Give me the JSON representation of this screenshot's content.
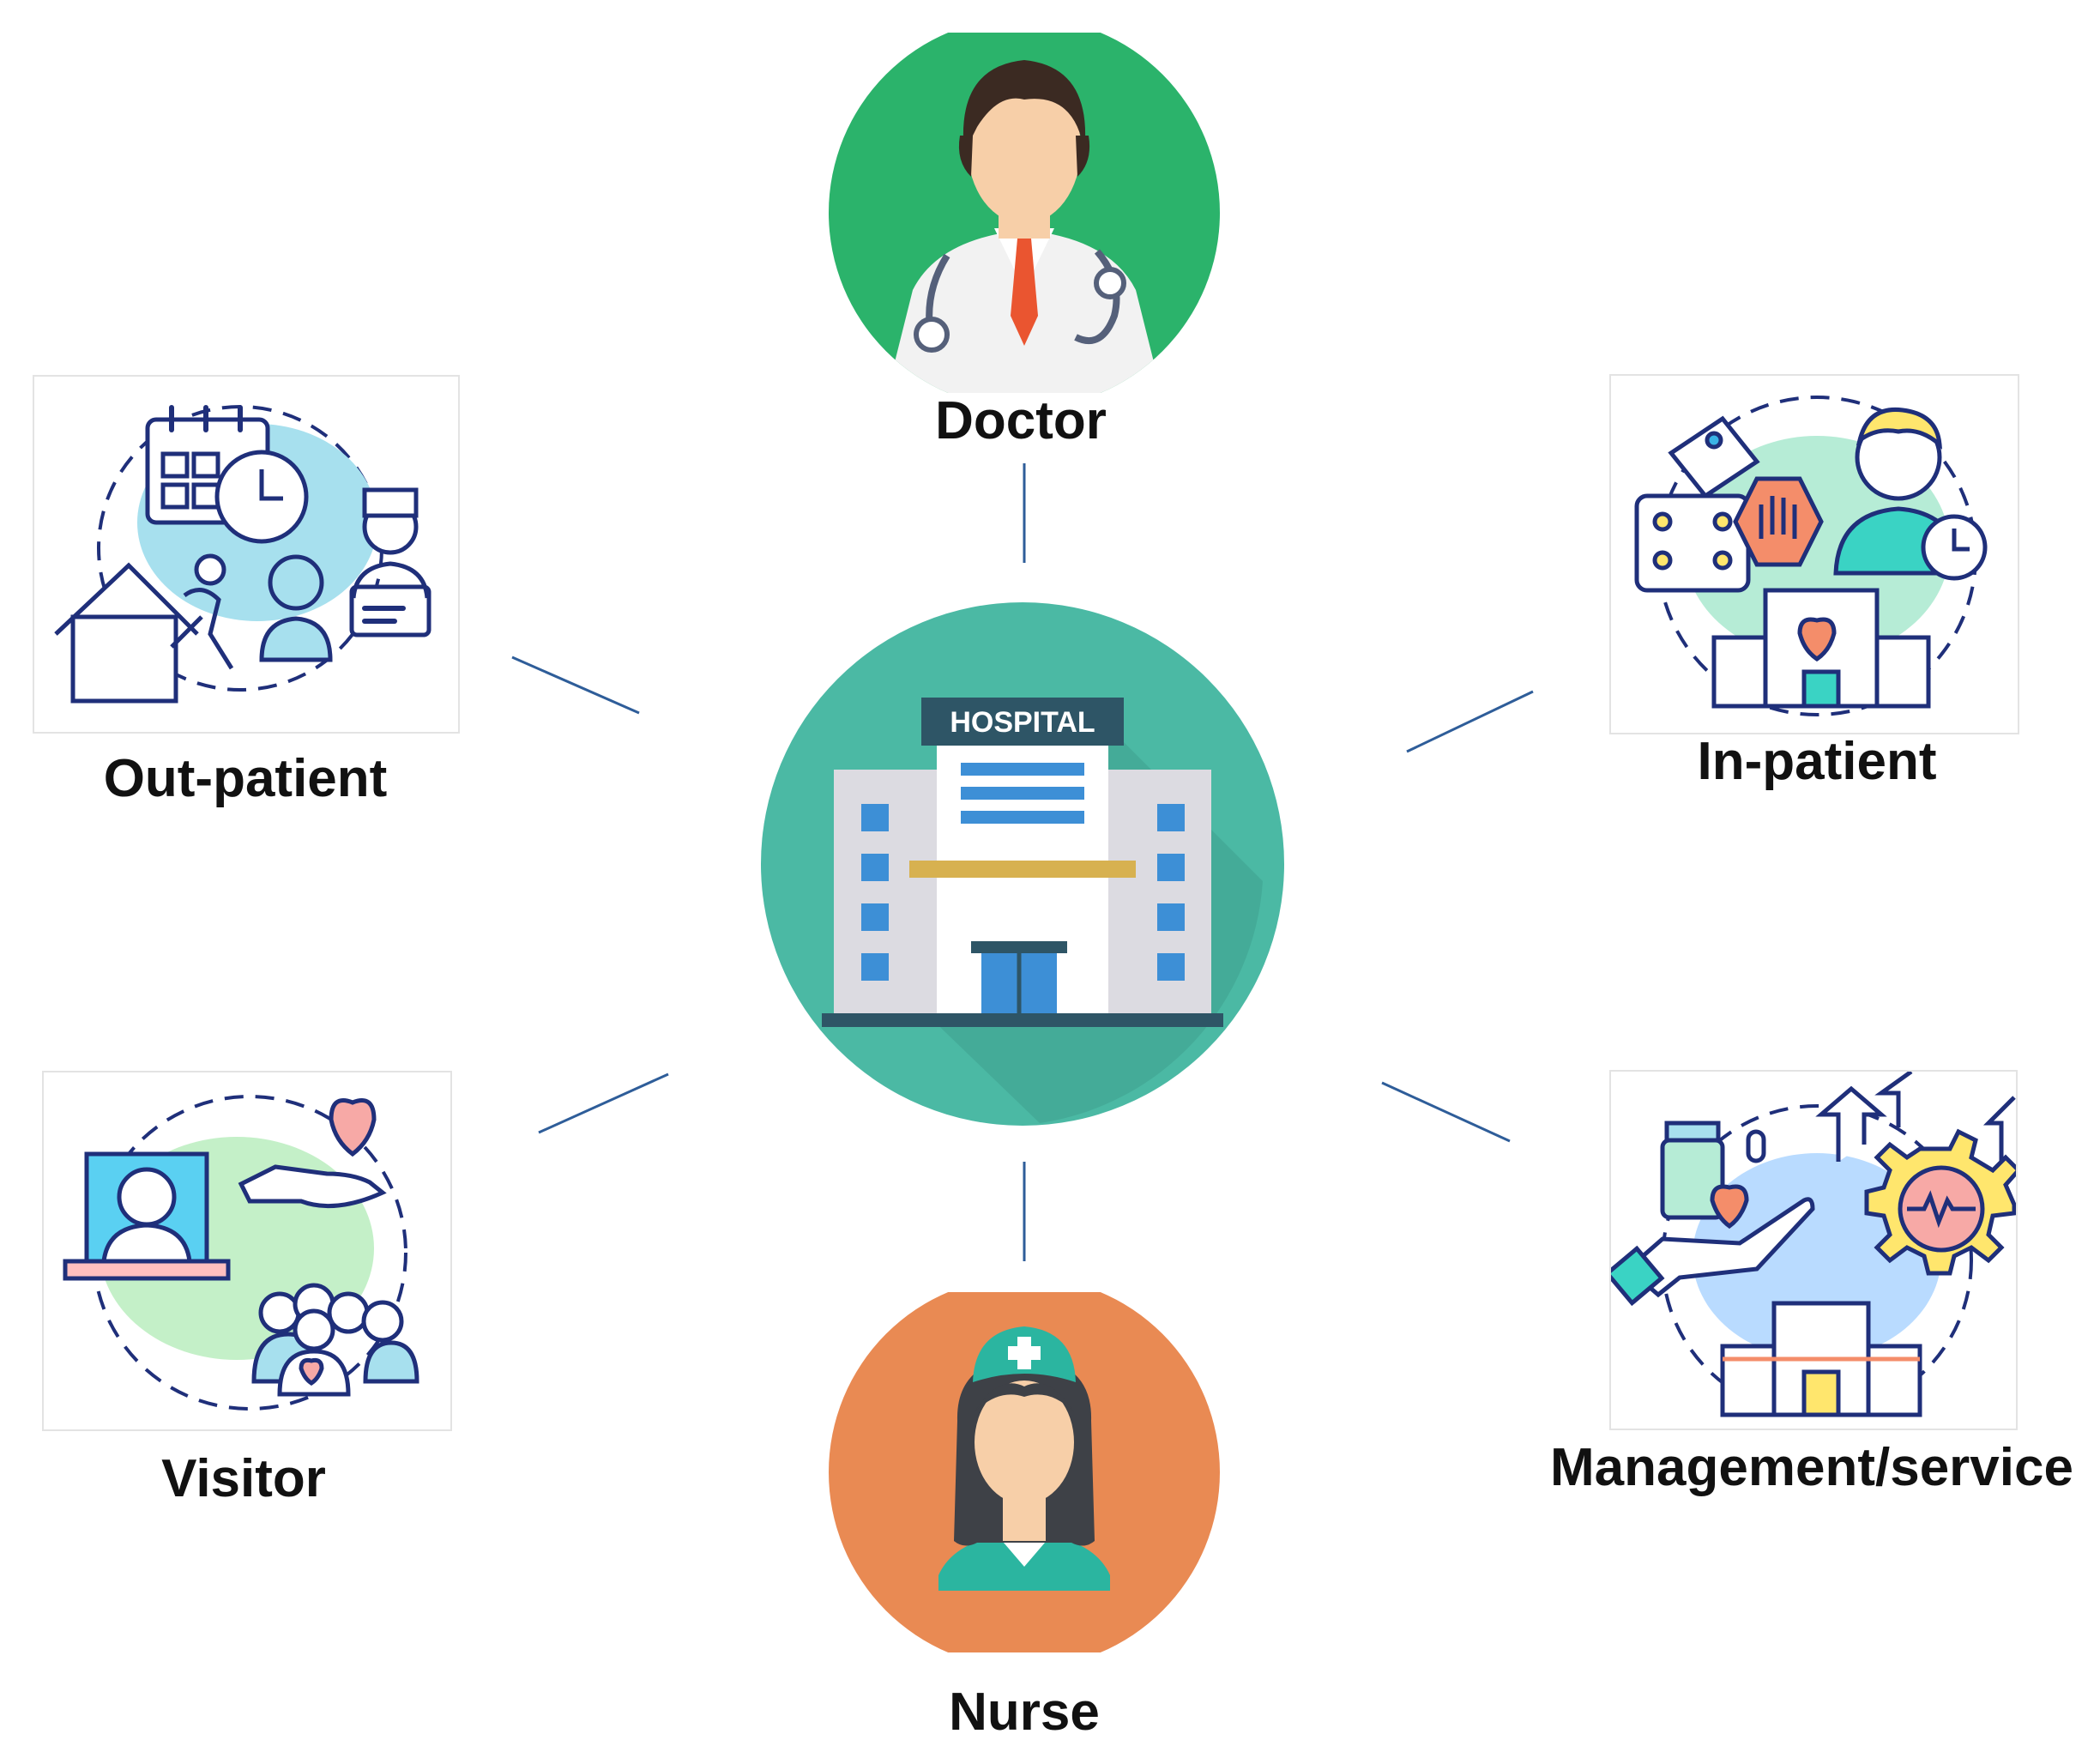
{
  "center": {
    "sign_text": "HOSPITAL",
    "circle_color": "#4bb9a4"
  },
  "nodes": {
    "doctor": {
      "label": "Doctor",
      "circle_color": "#2bb36b",
      "icon": "doctor-icon"
    },
    "nurse": {
      "label": "Nurse",
      "circle_color": "#e98a53",
      "icon": "nurse-icon"
    },
    "outpatient": {
      "label": "Out-patient",
      "icon": "outpatient-icon"
    },
    "inpatient": {
      "label": "In-patient",
      "icon": "inpatient-icon"
    },
    "visitor": {
      "label": "Visitor",
      "icon": "visitor-icon"
    },
    "management": {
      "label": "Management/service",
      "icon": "management-icon"
    }
  },
  "connector_color": "#2e5d99"
}
